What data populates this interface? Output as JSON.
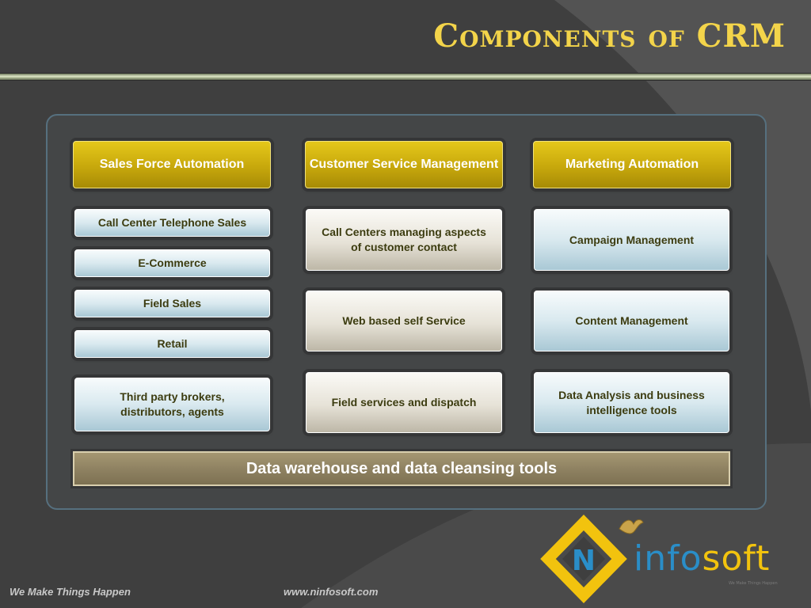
{
  "title": "Components of CRM",
  "columns": [
    {
      "header": "Sales Force Automation",
      "items": [
        "Call Center Telephone Sales",
        "E-Commerce",
        "Field Sales",
        "Retail",
        "Third party brokers, distributors, agents"
      ]
    },
    {
      "header": "Customer Service Management",
      "items": [
        "Call Centers managing aspects of customer contact",
        "Web based self Service",
        "Field services and dispatch"
      ]
    },
    {
      "header": "Marketing Automation",
      "items": [
        "Campaign Management",
        "Content Management",
        "Data Analysis and business intelligence tools"
      ]
    }
  ],
  "foundation": "Data warehouse and data cleansing tools",
  "footer": {
    "tagline": "We Make Things Happen",
    "url": "www.ninfosoft.com"
  },
  "logo": {
    "letter": "N",
    "word_part1": "info",
    "word_part2": "soft",
    "subtext": "We Make Things Happen",
    "icons": [
      "bird-icon",
      "n-diamond-icon"
    ]
  },
  "colors": {
    "title": "#f3d44a",
    "header_gold": "#c7a80c",
    "logo_blue": "#2a8ec8",
    "logo_yellow": "#f2c30e"
  }
}
